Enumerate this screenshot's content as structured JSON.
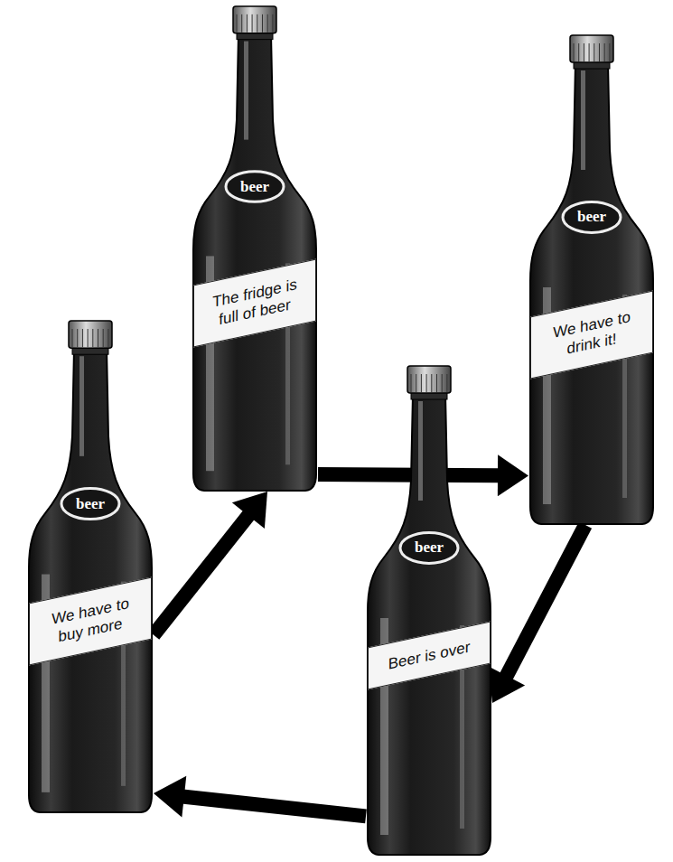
{
  "diagram": {
    "nodes": [
      {
        "text": [
          "beer",
          "The fridge is full of beer"
        ]
      },
      {
        "text": [
          "beer",
          "We have to drink it!"
        ]
      },
      {
        "text": [
          "beer",
          "Beer is over"
        ]
      },
      {
        "text": [
          "beer",
          "We have to buy more"
        ]
      }
    ],
    "edges": [
      {
        "from": 0,
        "to": 1,
        "arrow": "to"
      },
      {
        "from": 1,
        "to": 2,
        "arrow": "to"
      },
      {
        "from": 2,
        "to": 3,
        "arrow": "to"
      },
      {
        "from": 3,
        "to": 0,
        "arrow": "to"
      }
    ]
  }
}
